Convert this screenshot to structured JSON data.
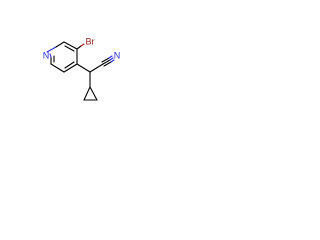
{
  "molecule": {
    "atoms": {
      "pyridine_n": {
        "label": "N",
        "color": "#2b2bd6"
      },
      "bromine": {
        "label": "Br",
        "color": "#a01c1c"
      },
      "nitrile_n": {
        "label": "N",
        "color": "#2b2bd6"
      }
    },
    "bond_color": "#000000"
  }
}
